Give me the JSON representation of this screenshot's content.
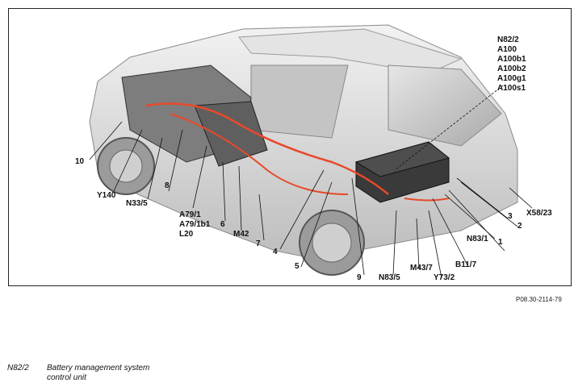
{
  "figure_ref": "P08.30-2114-79",
  "callouts": {
    "c10": "10",
    "cY140": "Y140",
    "cN33_5": "N33/5",
    "c8": "8",
    "c6": "6",
    "cM42": "M42",
    "c7": "7",
    "c4": "4",
    "c5": "5",
    "c9": "9",
    "cN83_5": "N83/5",
    "cM43_7": "M43/7",
    "cY73_2": "Y73/2",
    "cB11_7": "B11/7",
    "cN83_1": "N83/1",
    "c1": "1",
    "c2": "2",
    "c3": "3",
    "cX58_23": "X58/23"
  },
  "stack_a79": [
    "A79/1",
    "A79/1b1",
    "L20"
  ],
  "stack_top": [
    "N82/2",
    "A100",
    "A100b1",
    "A100b2",
    "A100g1",
    "A100s1"
  ],
  "legend": {
    "code": "N82/2",
    "description_line1": "Battery management system",
    "description_line2": "control unit"
  },
  "colors": {
    "cable_orange": "#e8492a",
    "body_silver": "#d9d9d9",
    "leader_line": "#111111"
  }
}
